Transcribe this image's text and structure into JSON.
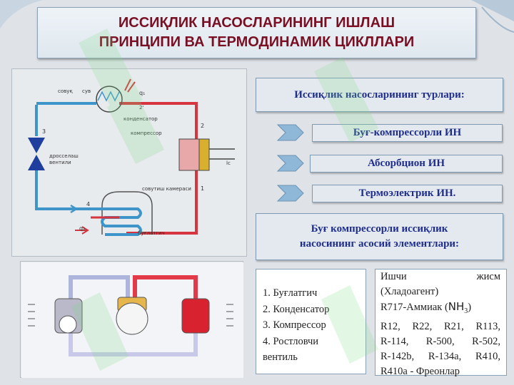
{
  "title": {
    "line1": "ИССИҚЛИК НАСОСЛАРИНИНГ ИШЛАШ",
    "line2": "ПРИНЦИПИ ВА ТЕРМОДИНАМИК ЦИКЛЛАРИ"
  },
  "diagram": {
    "label_cold_water": "совуқ",
    "label_water": "сув",
    "label_q1": "q₁",
    "label_point_2prime": "2'",
    "label_condenser": "конденсатор",
    "label_compressor": "компрессор",
    "label_point_2": "2",
    "label_point_3": "3",
    "label_lc": "lc",
    "label_throttle_line1": "дросселаш",
    "label_throttle_line2": "вентили",
    "label_cooling_chamber": "совутиш камераси",
    "label_point_1": "1",
    "label_point_4": "4",
    "label_q2": "q₂",
    "label_evaporator": "буғлатгич"
  },
  "types": {
    "header": "Иссиқлик насосларининг турлари:",
    "items": [
      "Буғ-компрессорли ИН",
      "Абсорбцион ИН",
      "Термоэлектрик ИН."
    ]
  },
  "elements": {
    "header_line1": "Буғ компрессорли иссиқлик",
    "header_line2": "насосининг асосий элементлари:",
    "list": [
      "1. Буғлатгич",
      "2. Конденсатор",
      "3. Компрессор",
      "4. Ростловчи",
      "вентиль"
    ]
  },
  "refrigerant": {
    "line1_a": "Ишчи",
    "line1_b": "жисм",
    "line2": "(Хладоагент)",
    "line3_prefix": "R717-Аммиак (",
    "line3_formula": "NH",
    "line3_sub": "3",
    "line3_suffix": ")",
    "lines": [
      "R12, R22, R21, R113,",
      "R-114, R-500, R-502,",
      "R-142b, R-134a, R410,"
    ],
    "last": "R410a  - Фреонлар"
  },
  "colors": {
    "title_text": "#7a0f24",
    "box_text": "#1f2e8c",
    "pipe_hot": "#d6343f",
    "pipe_cold": "#3f95c9",
    "arrow_fill": "#8fb8d8"
  }
}
